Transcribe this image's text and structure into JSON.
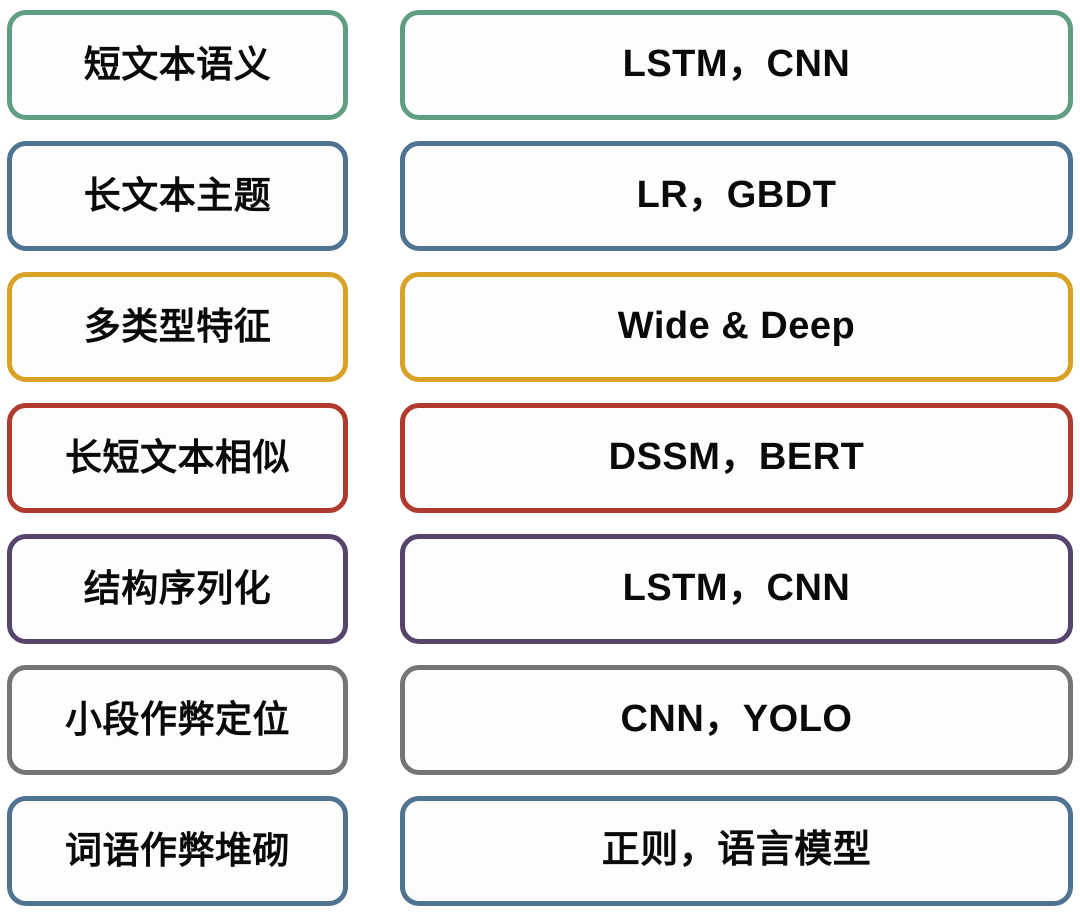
{
  "diagram": {
    "type": "two-column-mapping",
    "column_count": 2,
    "row_count": 7,
    "background_color": "#ffffff",
    "box_fill_color": "#fdfdfd",
    "text_color": "#0a0a0a",
    "palette": {
      "green": "#5f9e80",
      "steel_blue": "#4f7391",
      "gold": "#d9a227",
      "brick_red": "#b03a2e",
      "purple": "#55446b",
      "gray": "#757575"
    },
    "rows": [
      {
        "index": 1,
        "scenario": "短文本语义",
        "models": "LSTM，CNN",
        "color": "#5f9e80",
        "color_name": "green"
      },
      {
        "index": 2,
        "scenario": "长文本主题",
        "models": "LR，GBDT",
        "color": "#4f7391",
        "color_name": "steel_blue"
      },
      {
        "index": 3,
        "scenario": "多类型特征",
        "models": "Wide & Deep",
        "color": "#d9a227",
        "color_name": "gold"
      },
      {
        "index": 4,
        "scenario": "长短文本相似",
        "models": "DSSM，BERT",
        "color": "#b03a2e",
        "color_name": "brick_red"
      },
      {
        "index": 5,
        "scenario": "结构序列化",
        "models": "LSTM，CNN",
        "color": "#55446b",
        "color_name": "purple"
      },
      {
        "index": 6,
        "scenario": "小段作弊定位",
        "models": "CNN，YOLO",
        "color": "#757575",
        "color_name": "gray"
      },
      {
        "index": 7,
        "scenario": "词语作弊堆砌",
        "models": "正则，语言模型",
        "color": "#4f7391",
        "color_name": "steel_blue"
      }
    ]
  }
}
